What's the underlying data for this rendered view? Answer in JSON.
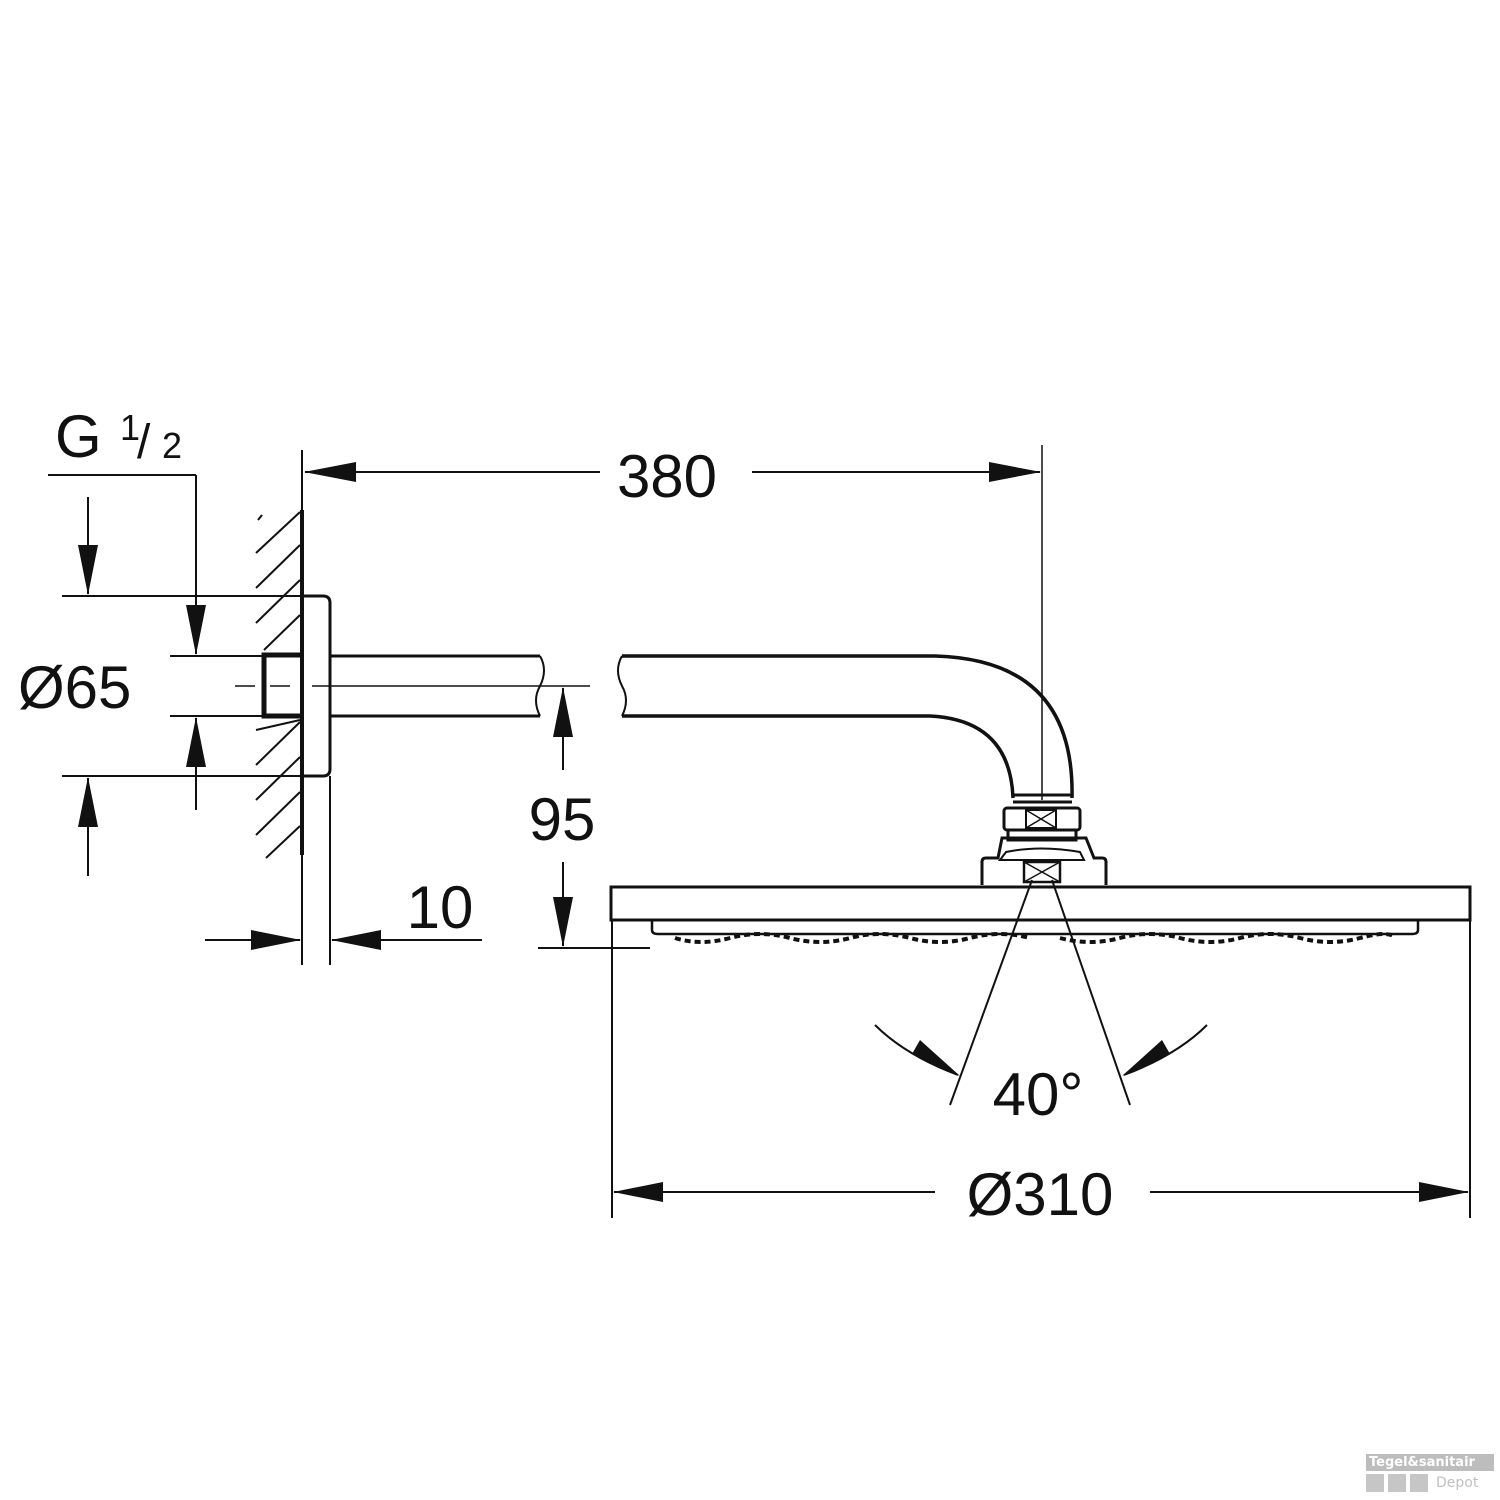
{
  "dimensions": {
    "thread": {
      "main": "G",
      "fraction_num": "1",
      "fraction_den": "2"
    },
    "flange_diameter": "Ø65",
    "arm_length": "380",
    "arm_height": "95",
    "wall_offset": "10",
    "spray_angle": "40°",
    "head_diameter": "Ø310"
  },
  "watermark": {
    "brand": "Tegel&sanitair",
    "sub": "Depot"
  },
  "colors": {
    "line": "#111111",
    "watermark": "#bdbdbd"
  }
}
